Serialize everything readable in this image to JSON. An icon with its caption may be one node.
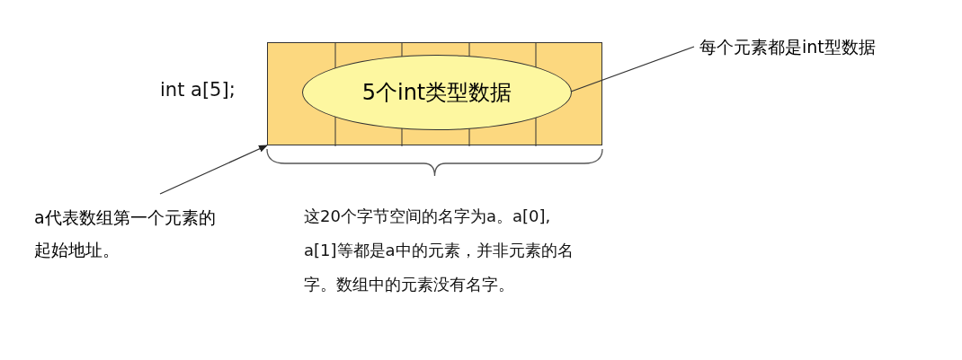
{
  "diagram": {
    "nodes": [
      {
        "text": [],
        "shape": "box"
      },
      {
        "text": [
          "5个int类型数据"
        ],
        "in": 0
      },
      {
        "text": [
          "每个元素都是int型数据"
        ]
      },
      {
        "text": [
          "a代表数组第一个元素的起始地址。"
        ]
      }
    ],
    "edges": [
      {
        "from": 2,
        "to": 1,
        "arrow": "none"
      },
      {
        "from": 3,
        "to": 0,
        "arrow": "to"
      }
    ],
    "labels": [
      "int a[5];",
      "这20个字节空间的名字为a。a[0], a[1]等都是a中的元素，并非元素的名字。数组中的元素没有名字。"
    ]
  }
}
